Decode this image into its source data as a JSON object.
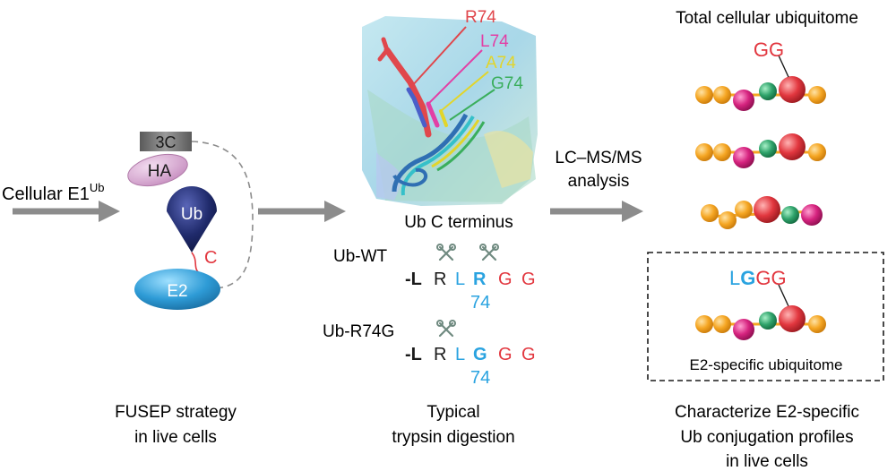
{
  "left_panel": {
    "input_label": "Cellular E1",
    "input_superscript": "Ub",
    "tag_3c": "3C",
    "tag_ha": "HA",
    "ub": "Ub",
    "cys": "C",
    "e2": "E2",
    "caption_line1": "FUSEP strategy",
    "caption_line2": "in live cells"
  },
  "middle_panel": {
    "mutants": [
      "R74",
      "L74",
      "A74",
      "G74"
    ],
    "structure_caption": "Ub C terminus",
    "wt_label": "Ub-WT",
    "wt_seq": [
      "-L",
      "R",
      "L",
      "R",
      "G",
      "G"
    ],
    "wt_pos": "74",
    "mut_label": "Ub-R74G",
    "mut_seq": [
      "-L",
      "R",
      "L",
      "G",
      "G",
      "G"
    ],
    "mut_pos": "74",
    "caption_line1": "Typical",
    "caption_line2": "trypsin digestion"
  },
  "arrow_label": {
    "line1": "LC–MS/MS",
    "line2": "analysis"
  },
  "right_panel": {
    "title": "Total cellular ubiquitome",
    "gg_label": "GG",
    "lggg_l": "L",
    "lggg_g1": "G",
    "lggg_gg": "GG",
    "box_label": "E2-specific ubiquitome",
    "caption_line1": "Characterize E2-specific",
    "caption_line2": "Ub conjugation profiles",
    "caption_line3": "in live cells"
  },
  "colors": {
    "arrow": "#8c8c8c",
    "ub_navy": "#1f2a6b",
    "e2_blue": "#2e9bd6",
    "ha_pink": "#d9a6d3",
    "tag_gray": "#7a7a7a",
    "red": "#e2373f",
    "blue": "#2aa3e0",
    "orange": "#f5a623",
    "magenta": "#d6237f",
    "green": "#2fa36b",
    "mut_R": "#e0474c",
    "mut_L": "#e23fa5",
    "mut_A": "#e2d52b",
    "mut_G": "#3aae5c"
  }
}
